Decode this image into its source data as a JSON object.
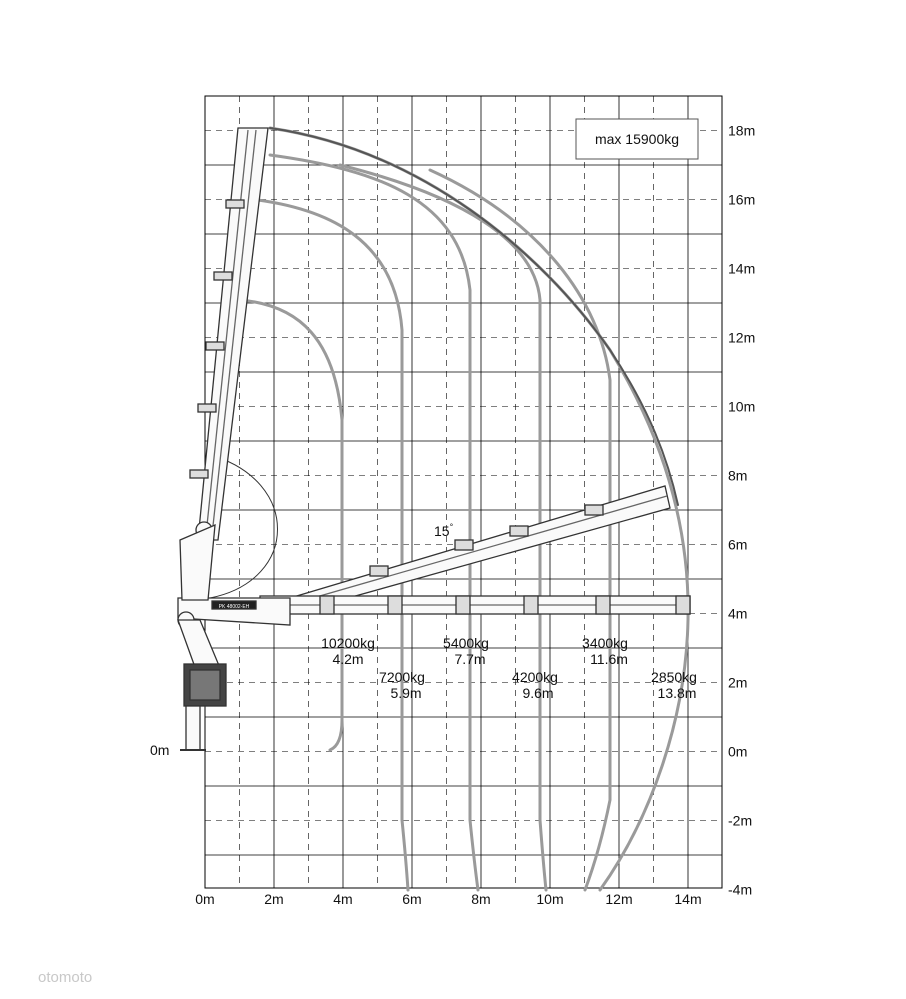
{
  "max_load_label": "max 15900kg",
  "angle_label": "15",
  "angle_degree_symbol": "°",
  "watermark": "otomoto",
  "x_ticks": [
    "0m",
    "2m",
    "4m",
    "6m",
    "8m",
    "10m",
    "12m",
    "14m"
  ],
  "y_ticks": [
    "18m",
    "16m",
    "14m",
    "12m",
    "10m",
    "8m",
    "6m",
    "4m",
    "2m",
    "0m",
    "-2m",
    "-4m"
  ],
  "left_zero_label": "0m",
  "boom_plate_text": "PK 48002-EH",
  "load_points": [
    {
      "load": "10200kg",
      "reach": "4.2m"
    },
    {
      "load": "7200kg",
      "reach": "5.9m"
    },
    {
      "load": "5400kg",
      "reach": "7.7m"
    },
    {
      "load": "4200kg",
      "reach": "9.6m"
    },
    {
      "load": "3400kg",
      "reach": "11.6m"
    },
    {
      "load": "2850kg",
      "reach": "13.8m"
    }
  ],
  "colors": {
    "grid": "#000000",
    "curve": "#9a9a9a",
    "outer_curve": "#555555",
    "boom": "#333333"
  }
}
